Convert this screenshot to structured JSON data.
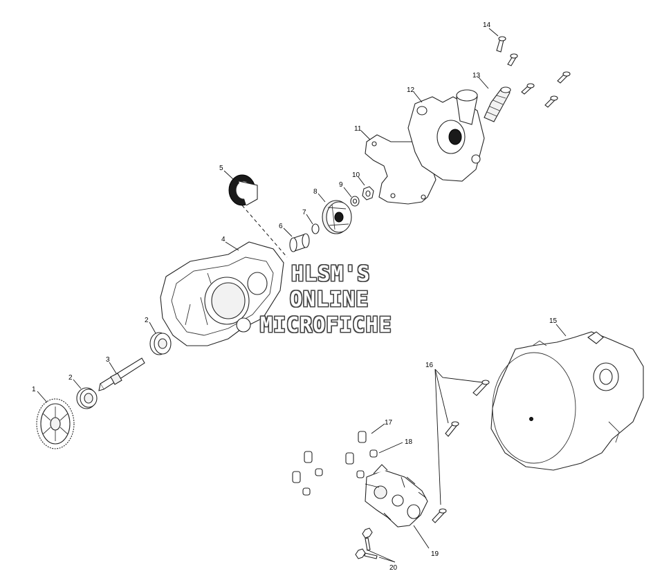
{
  "callouts": {
    "c1": "1",
    "c2a": "2",
    "c2b": "2",
    "c3": "3",
    "c4": "4",
    "c5": "5",
    "c6": "6",
    "c7": "7",
    "c8": "8",
    "c9": "9",
    "c10": "10",
    "c11": "11",
    "c12": "12",
    "c13": "13",
    "c14": "14",
    "c15": "15",
    "c16": "16",
    "c17": "17",
    "c18": "18",
    "c19": "19",
    "c20": "20"
  },
  "watermark": {
    "line1": "HLSM'S",
    "line2": "ONLINE",
    "line3": "MICROFICHE"
  }
}
